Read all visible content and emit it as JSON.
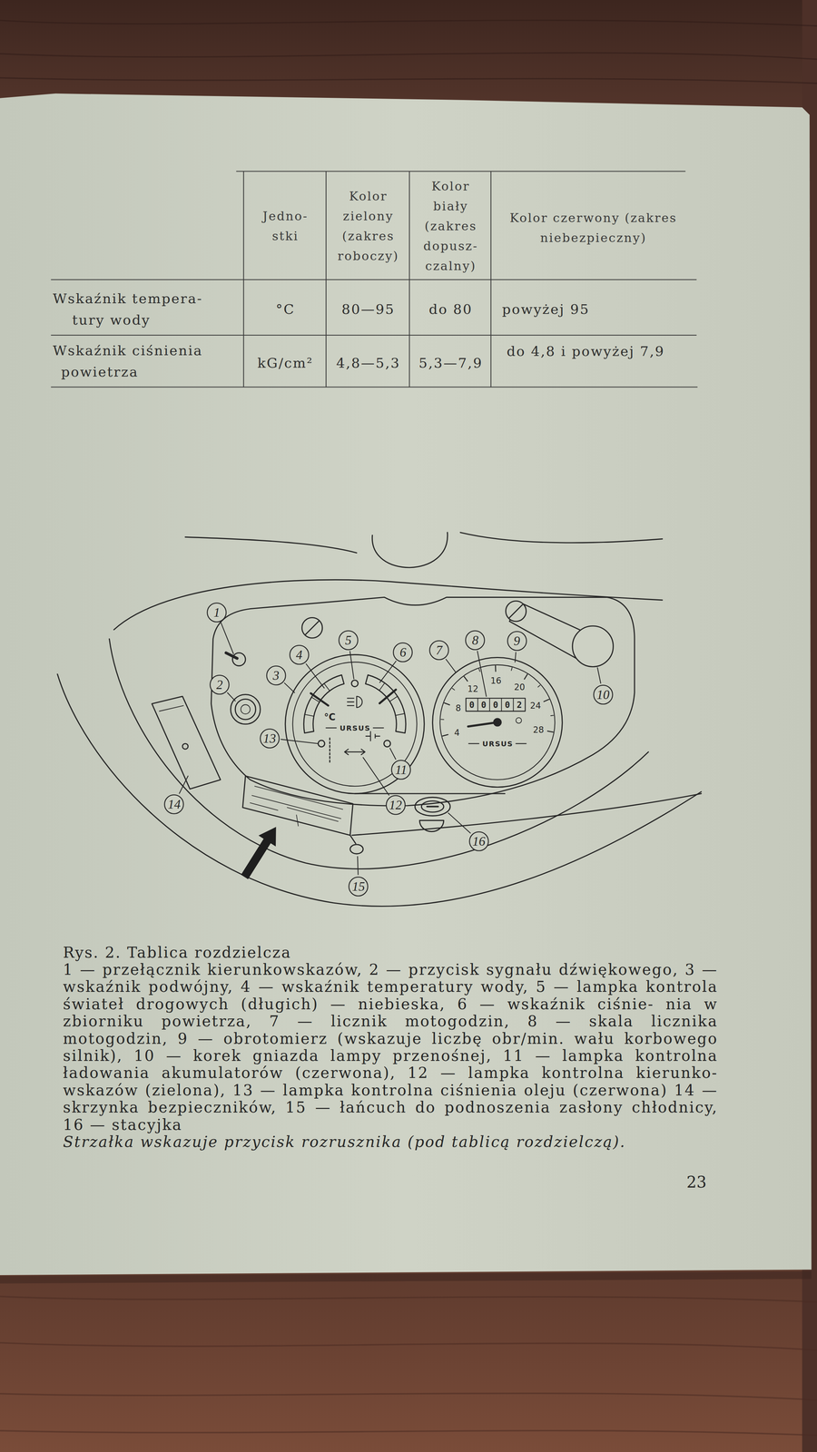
{
  "diagram": {
    "caption": "Rys. 2. Tablica rozdzielcza",
    "nodes": [
      {
        "text": [
          "1"
        ]
      },
      {
        "text": [
          "2"
        ]
      },
      {
        "text": [
          "3"
        ]
      },
      {
        "text": [
          "4"
        ]
      },
      {
        "text": [
          "5"
        ]
      },
      {
        "text": [
          "6"
        ]
      },
      {
        "text": [
          "7"
        ]
      },
      {
        "text": [
          "8"
        ]
      },
      {
        "text": [
          "9"
        ]
      },
      {
        "text": [
          "10"
        ]
      },
      {
        "text": [
          "11"
        ]
      },
      {
        "text": [
          "12"
        ]
      },
      {
        "text": [
          "13"
        ]
      },
      {
        "text": [
          "14"
        ]
      },
      {
        "text": [
          "15"
        ]
      },
      {
        "text": [
          "16"
        ]
      }
    ],
    "labels": [
      "Jedno- stki",
      "Kolor zielony (zakres roboczy)",
      "Kolor biały (zakres dopusz- czalny)",
      "Kolor czerwony (zakres niebezpieczny)",
      "Wskaźnik tempera- tury wody",
      "°C",
      "80—95",
      "do 80",
      "powyżej 95",
      "Wskaźnik ciśnienia powietrza",
      "kG/cm²",
      "4,8—5,3",
      "5,3—7,9",
      "do 4,8 i powyżej 7,9",
      "°C",
      "URSUS",
      "4",
      "8",
      "12",
      "16",
      "20",
      "24",
      "28",
      "00002",
      "URSUS",
      "1 — przełącznik kierunkowskazów, 2 — przycisk sygnału dźwiękowego, 3 — wskaźnik podwójny, 4 — wskaźnik temperatury wody, 5 — lampka kontrola świateł drogowych (długich) — niebieska, 6 — wskaźnik ciśnie- nia w zbiorniku powietrza, 7 — licznik motogodzin, 8 — skala licznika motogodzin, 9 — obrotomierz (wskazuje liczbę obr/min. wału korbowego silnik), 10 — korek gniazda lampy przenośnej, 11 — lampka kontrolna ładowania akumulatorów (czerwona), 12 — lampka kontrolna kierunko- wskazów (zielona), 13 — lampka kontrolna ciśnienia oleju (czerwona) 14 — skrzynka bezpieczników, 15 — łańcuch do podnoszenia zasłony chłodnicy, 16 — stacyjka",
      "Strzałka wskazuje przycisk rozrusznika (pod tablicą rozdzielczą).",
      "23"
    ]
  }
}
